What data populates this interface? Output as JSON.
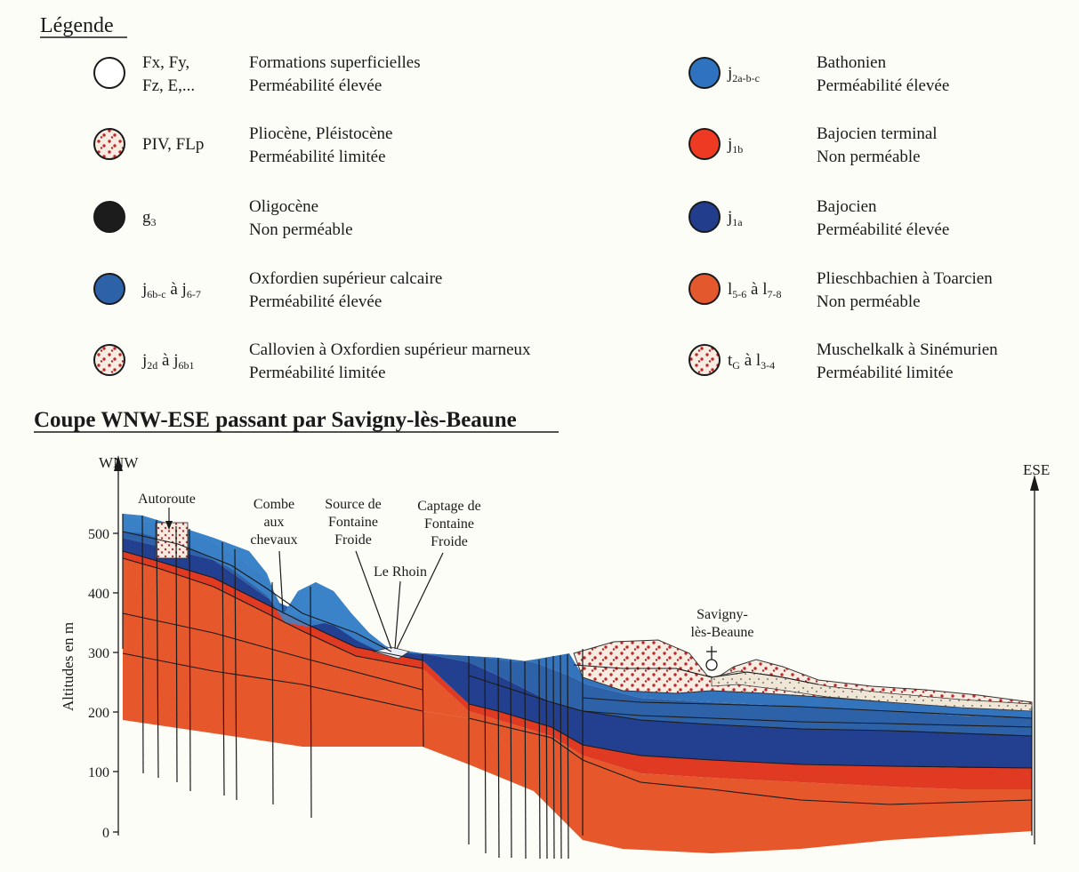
{
  "legend": {
    "title": "Légende",
    "items": [
      {
        "code": "Fx, Fy,",
        "code2": "Fz, E,...",
        "name": "Formations superficielles",
        "perm": "Perméabilité élevée",
        "fill": "#ffffff",
        "pattern": "none"
      },
      {
        "code": "PIV, FLp",
        "name": "Pliocène, Pléistocène",
        "perm": "Perméabilité limitée",
        "fill": "#f3e6d6",
        "pattern": "dots"
      },
      {
        "code": "g",
        "sub": "3",
        "name": "Oligocène",
        "perm": "Non perméable",
        "fill": "#1c1c1c",
        "pattern": "none"
      },
      {
        "code": "j",
        "sub": "6b-c",
        "mid": " à j",
        "sub2": "6-7",
        "name": "Oxfordien supérieur calcaire",
        "perm": "Perméabilité élevée",
        "fill": "#2d62a9",
        "pattern": "none"
      },
      {
        "code": "j",
        "sub": "2d",
        "mid": " à j",
        "sub2": "6b1",
        "name": "Callovien à Oxfordien supérieur marneux",
        "perm": "Perméabilité limitée",
        "fill": "#f6ece4",
        "pattern": "dots"
      },
      {
        "code": "j",
        "sub": "2a-b-c",
        "name": "Bathonien",
        "perm": "Perméabilité élevée",
        "fill": "#2f72c0",
        "pattern": "none"
      },
      {
        "code": "j",
        "sub": "1b",
        "name": "Bajocien terminal",
        "perm": "Non perméable",
        "fill": "#ee3a22",
        "pattern": "none"
      },
      {
        "code": "j",
        "sub": "1a",
        "name": "Bajocien",
        "perm": "Perméabilité élevée",
        "fill": "#213d8c",
        "pattern": "none"
      },
      {
        "code": "l",
        "sub": "5-6",
        "mid": " à l",
        "sub2": "7-8",
        "name": "Plieschbachien à Toarcien",
        "perm": "Non perméable",
        "fill": "#e4582e",
        "pattern": "none"
      },
      {
        "code": "t",
        "sub": "G",
        "mid": " à l",
        "sub2": "3-4",
        "name": "Muschelkalk à Sinémurien",
        "perm": "Perméabilité limitée",
        "fill": "#f6ece4",
        "pattern": "dots"
      }
    ]
  },
  "section": {
    "title": "Coupe WNW-ESE passant par Savigny-lès-Beaune",
    "left_dir": "WNW",
    "right_dir": "ESE",
    "y_axis_label": "Altitudes en m",
    "y_ticks": [
      "500",
      "400",
      "300",
      "200",
      "100",
      "0"
    ],
    "labels": {
      "autoroute": "Autoroute",
      "combe": [
        "Combe",
        "aux",
        "chevaux"
      ],
      "source": [
        "Source de",
        "Fontaine",
        "Froide"
      ],
      "captage": [
        "Captage de",
        "Fontaine",
        "Froide"
      ],
      "rhoin": "Le Rhoin",
      "savigny": [
        "Savigny-",
        "lès-Beaune"
      ]
    }
  },
  "colors": {
    "blue_light": "#3474bd",
    "blue_mid": "#2d66ad",
    "blue_dark": "#22408f",
    "red": "#e03a22",
    "orange": "#e6572c",
    "dot_red": "#c0282a",
    "marl": "#f4ebe0"
  }
}
